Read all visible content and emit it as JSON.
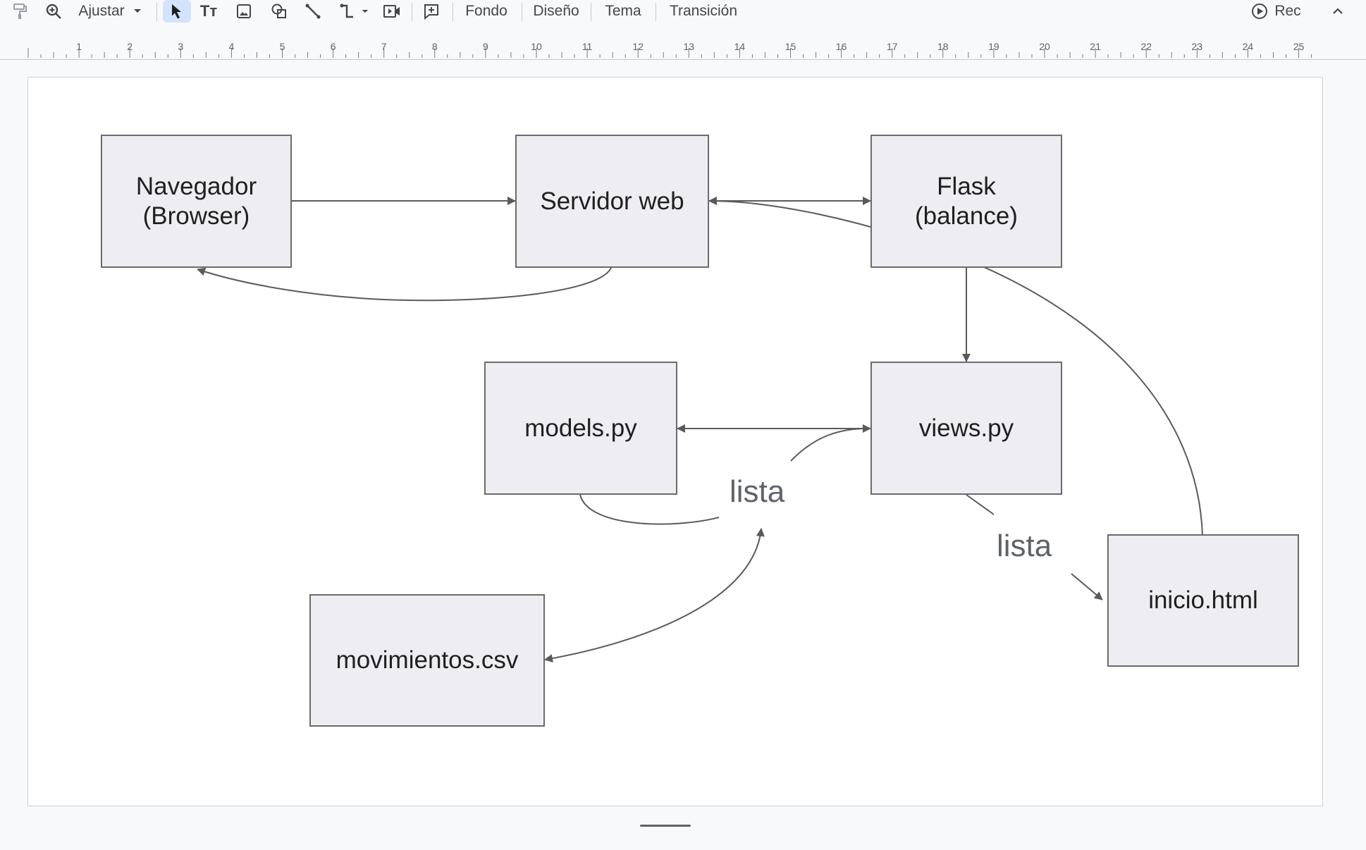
{
  "toolbar": {
    "zoom_label": "Ajustar",
    "text_icon_label": "Tт",
    "menu": [
      "Fondo",
      "Diseño",
      "Tema",
      "Transición"
    ],
    "rec_label": "Rec"
  },
  "ruler": {
    "ticks": [
      "1",
      "2",
      "3",
      "4",
      "5",
      "6",
      "7",
      "8",
      "9",
      "10",
      "11",
      "12",
      "13",
      "14",
      "15",
      "16",
      "17",
      "18",
      "19",
      "20",
      "21",
      "22",
      "23",
      "24",
      "25"
    ]
  },
  "diagram": {
    "nodes": {
      "navegador": "Navegador\n(Browser)",
      "servidor": "Servidor web",
      "flask": "Flask\n(balance)",
      "models": "models.py",
      "views": "views.py",
      "movimientos": "movimientos.csv",
      "inicio": "inicio.html"
    },
    "labels": {
      "lista_models": "lista",
      "lista_views": "lista"
    }
  },
  "colors": {
    "node_fill": "#eeeef2",
    "node_border": "#6b6b6b",
    "edge": "#5a5a5a",
    "active_tool": "#d3e3fd"
  }
}
